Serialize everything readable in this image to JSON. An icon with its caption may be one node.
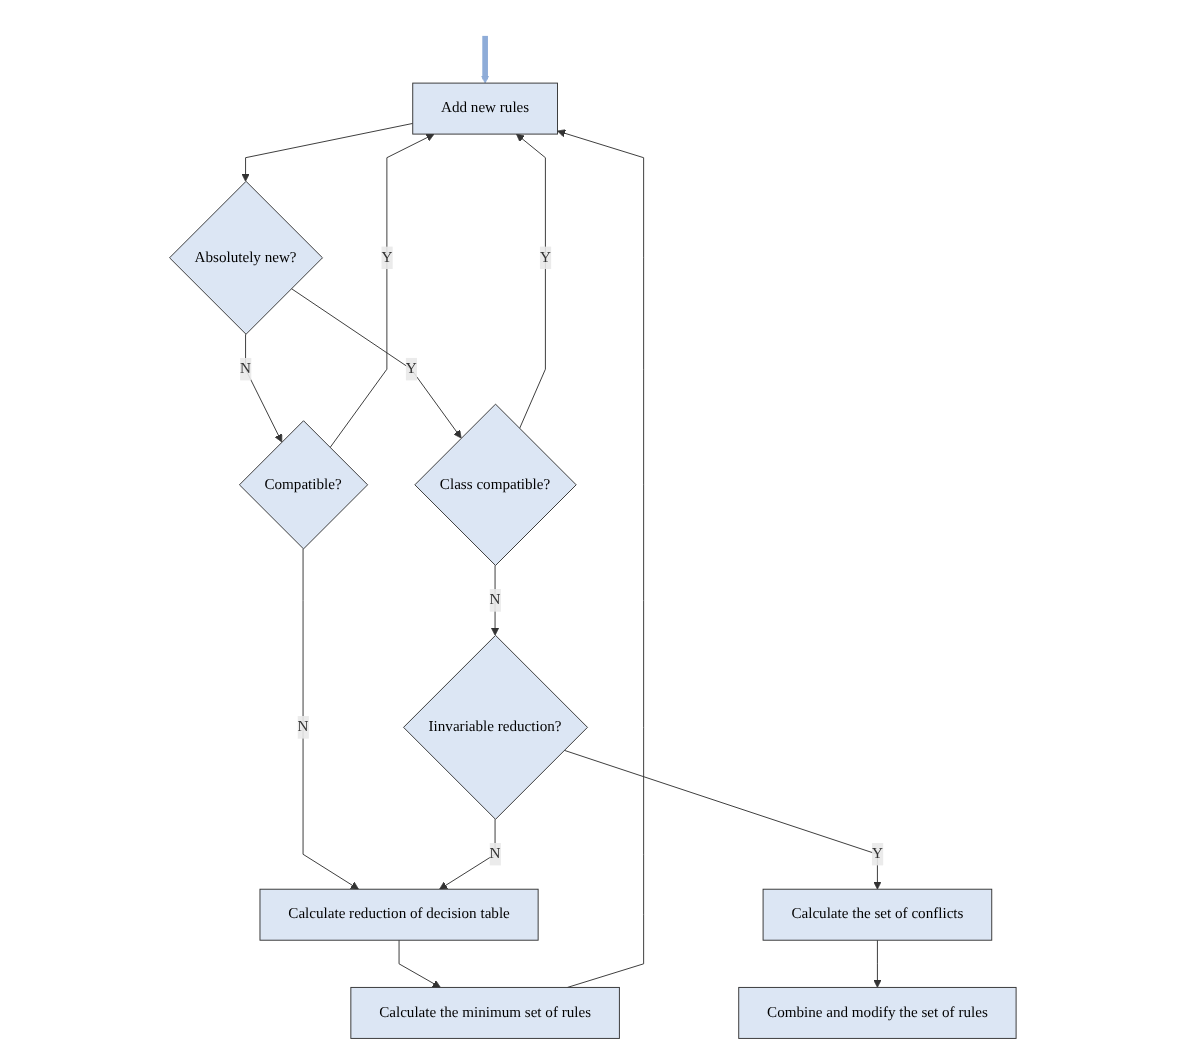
{
  "diagram": {
    "nodes": [
      {
        "text": [
          "Add new rules"
        ]
      },
      {
        "text": [
          "Absolutely new?"
        ]
      },
      {
        "text": [
          "Compatible?"
        ]
      },
      {
        "text": [
          "Class compatible?"
        ]
      },
      {
        "text": [
          "Calculate reduction of decision table"
        ]
      },
      {
        "text": [
          "Iinvariable reduction?"
        ]
      },
      {
        "text": [
          "Calculate the minimum set of rules"
        ]
      },
      {
        "text": [
          "Calculate the set of conflicts"
        ]
      },
      {
        "text": [
          "Combine and modify the set of rules"
        ]
      }
    ],
    "edges": [
      {
        "from": null,
        "to": 0,
        "arrow": "to",
        "style": "thick",
        "color": "#8eacd8"
      },
      {
        "from": 0,
        "to": 1,
        "arrow": "to"
      },
      {
        "from": 1,
        "to": 2,
        "arrow": "to",
        "label": "N"
      },
      {
        "from": 1,
        "to": 3,
        "arrow": "to",
        "label": "Y"
      },
      {
        "from": 2,
        "to": 0,
        "arrow": "to",
        "label": "Y"
      },
      {
        "from": 2,
        "to": 4,
        "arrow": "to",
        "label": "N"
      },
      {
        "from": 3,
        "to": 0,
        "arrow": "to",
        "label": "Y"
      },
      {
        "from": 3,
        "to": 5,
        "arrow": "to",
        "label": "N"
      },
      {
        "from": 5,
        "to": 4,
        "arrow": "to",
        "label": "N"
      },
      {
        "from": 5,
        "to": 7,
        "arrow": "to",
        "label": "Y"
      },
      {
        "from": 4,
        "to": 6,
        "arrow": "to"
      },
      {
        "from": 6,
        "to": 0,
        "arrow": "to"
      },
      {
        "from": 7,
        "to": 8,
        "arrow": "to"
      }
    ]
  }
}
